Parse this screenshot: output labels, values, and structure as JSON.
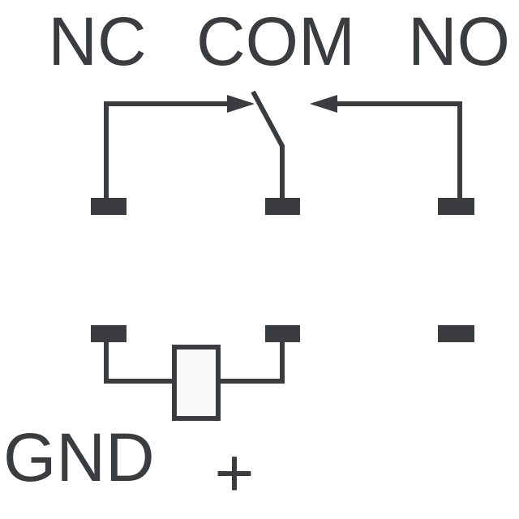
{
  "diagram": {
    "type": "relay-pinout",
    "labels": {
      "nc": "NC",
      "com": "COM",
      "no": "NO",
      "gnd": "GND",
      "plus": "+"
    },
    "colors": {
      "stroke": "#3a3c3f",
      "background": "#ffffff",
      "coil_fill": "#fafafa"
    }
  }
}
